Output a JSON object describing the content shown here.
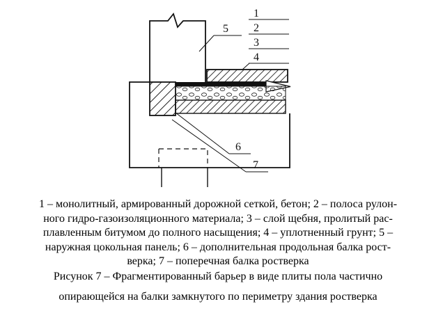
{
  "figure_drawing": {
    "callouts": {
      "n1": "1",
      "n2": "2",
      "n3": "3",
      "n4": "4",
      "n5": "5",
      "n6": "6",
      "n7": "7"
    }
  },
  "legend": {
    "lines": [
      "1 – монолитный, армированный дорожной сеткой, бетон; 2 – полоса рулон-",
      "ного гидро-газоизоляционного материала; 3 – слой щебня, пролитый рас-",
      "плавленным битумом до полного насыщения; 4 – уплотненный грунт; 5 –",
      "наружная цокольная панель; 6 – дополнительная продольная балка рост-",
      "верка; 7 – поперечная балка ростверка"
    ]
  },
  "caption": {
    "line1": "Рисунок 7 – Фрагментированный барьер в виде плиты пола частично",
    "line2": "опирающейся на балки замкнутого по периметру здания ростверка"
  },
  "colors": {
    "line": "#111111",
    "background": "#ffffff"
  }
}
